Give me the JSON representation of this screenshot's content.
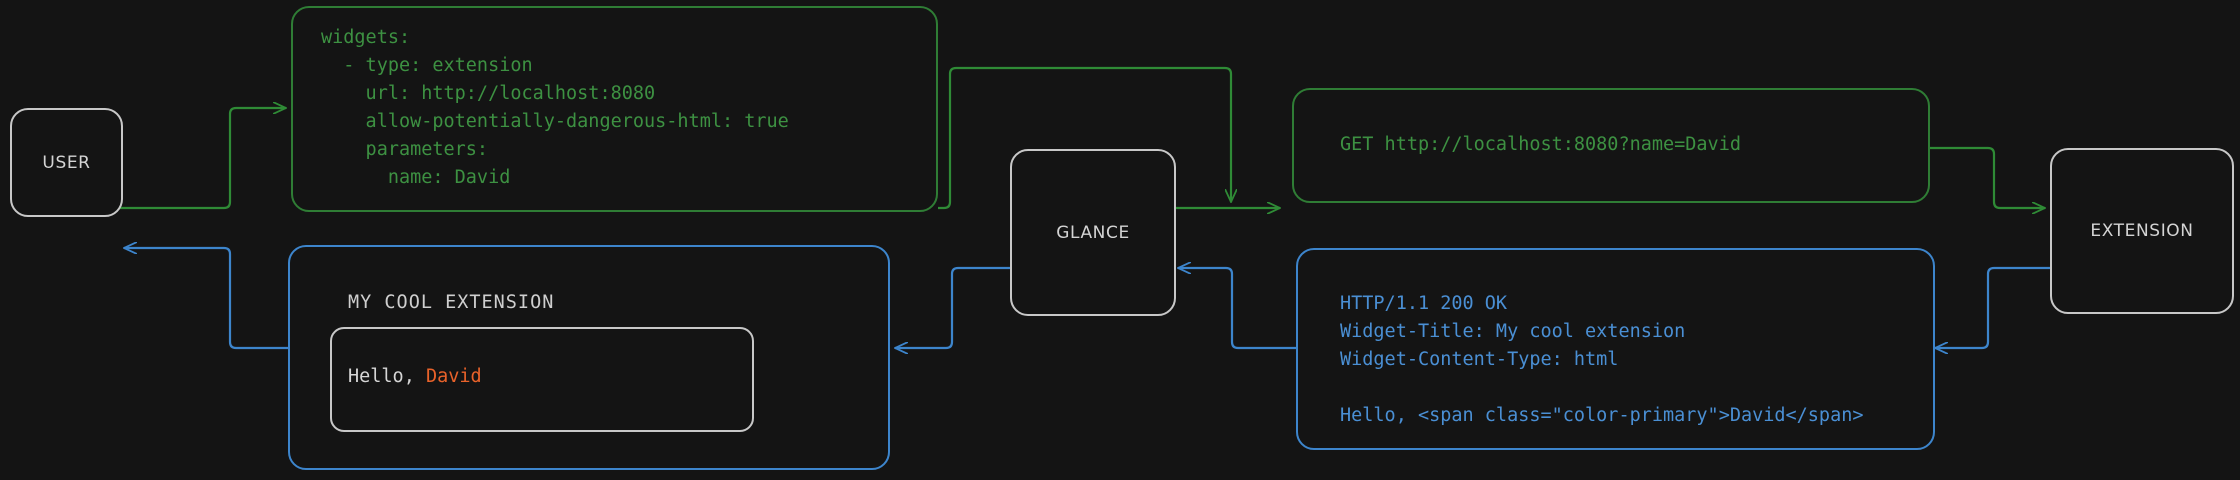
{
  "theme": {
    "background": "#141414",
    "node_border": "#c8c8c8",
    "node_text": "#d4d4d4",
    "request_color": "#3d9142",
    "request_border": "#2f7d35",
    "response_color": "#4a8fd4",
    "response_border": "#3d85cc",
    "accent_color": "#e8622a"
  },
  "nodes": {
    "user": {
      "label": "USER"
    },
    "glance": {
      "label": "GLANCE"
    },
    "extension": {
      "label": "EXTENSION"
    }
  },
  "panels": {
    "config": {
      "name": "glance-yaml-config",
      "lines": [
        "widgets:",
        "  - type: extension",
        "    url: http://localhost:8080",
        "    allow-potentially-dangerous-html: true",
        "    parameters:",
        "      name: David"
      ],
      "text": "widgets:\n  - type: extension\n    url: http://localhost:8080\n    allow-potentially-dangerous-html: true\n    parameters:\n      name: David"
    },
    "http_request": {
      "name": "http-get-request",
      "text": "GET http://localhost:8080?name=David"
    },
    "http_response": {
      "name": "http-response",
      "lines": [
        "HTTP/1.1 200 OK",
        "Widget-Title: My cool extension",
        "Widget-Content-Type: html",
        "",
        "Hello, <span class=\"color-primary\">David</span>"
      ],
      "text": "HTTP/1.1 200 OK\nWidget-Title: My cool extension\nWidget-Content-Type: html\n\nHello, <span class=\"color-primary\">David</span>"
    },
    "rendered_widget": {
      "name": "rendered-widget-preview",
      "title": "MY COOL EXTENSION",
      "body_prefix": "Hello, ",
      "body_accent": "David"
    }
  },
  "edges": [
    {
      "name": "user-to-config",
      "kind": "request",
      "from": "user",
      "to": "config"
    },
    {
      "name": "config-to-glance",
      "kind": "request",
      "from": "config",
      "to": "glance"
    },
    {
      "name": "glance-to-http-request",
      "kind": "request",
      "from": "glance",
      "to": "http_request"
    },
    {
      "name": "http-request-to-extension",
      "kind": "request",
      "from": "http_request",
      "to": "extension"
    },
    {
      "name": "extension-to-http-response",
      "kind": "response",
      "from": "extension",
      "to": "http_response"
    },
    {
      "name": "http-response-to-glance",
      "kind": "response",
      "from": "http_response",
      "to": "glance"
    },
    {
      "name": "glance-to-rendered-widget",
      "kind": "response",
      "from": "glance",
      "to": "rendered_widget"
    },
    {
      "name": "rendered-widget-to-user",
      "kind": "response",
      "from": "rendered_widget",
      "to": "user"
    }
  ]
}
